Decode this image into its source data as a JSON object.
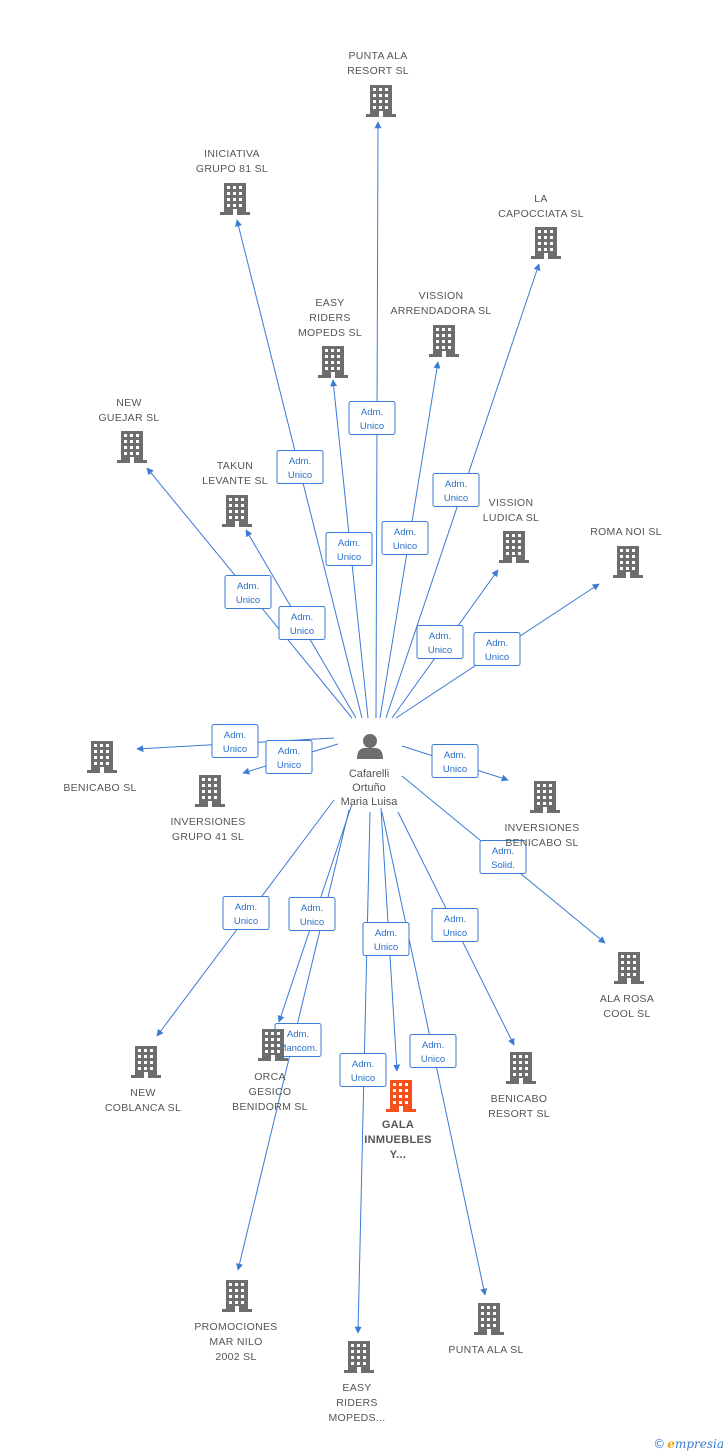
{
  "center": {
    "name_lines": [
      "Cafarelli",
      "Ortuño",
      "Maria Luisa"
    ],
    "icon": "person-icon"
  },
  "colors": {
    "edge": "#3a7bd5",
    "building": "#6d6d6d",
    "focus_building": "#f4511e",
    "label": "#555555"
  },
  "companies": [
    {
      "id": "punta-ala-resort",
      "lines": [
        "PUNTA ALA",
        "RESORT SL"
      ],
      "role": [
        "Adm.",
        "Unico"
      ]
    },
    {
      "id": "iniciativa-grupo-81",
      "lines": [
        "INICIATIVA",
        "GRUPO 81  SL"
      ],
      "role": [
        "Adm.",
        "Unico"
      ]
    },
    {
      "id": "la-capocciata",
      "lines": [
        "LA",
        "CAPOCCIATA SL"
      ],
      "role": [
        "Adm.",
        "Unico"
      ]
    },
    {
      "id": "easy-riders-mopeds",
      "lines": [
        "EASY",
        "RIDERS",
        "MOPEDS SL"
      ],
      "role": [
        "Adm.",
        "Unico"
      ]
    },
    {
      "id": "vission-arrendadora",
      "lines": [
        "VISSION",
        "ARRENDADORA SL"
      ],
      "role": [
        "Adm.",
        "Unico"
      ]
    },
    {
      "id": "new-guejar",
      "lines": [
        "NEW",
        "GUEJAR SL"
      ],
      "role": [
        "Adm.",
        "Unico"
      ]
    },
    {
      "id": "takun-levante",
      "lines": [
        "TAKUN",
        "LEVANTE SL"
      ],
      "role": [
        "Adm.",
        "Unico"
      ]
    },
    {
      "id": "vission-ludica",
      "lines": [
        "VISSION",
        "LUDICA SL"
      ],
      "role": [
        "Adm.",
        "Unico"
      ]
    },
    {
      "id": "roma-noi",
      "lines": [
        "ROMA NOI SL"
      ],
      "role": [
        "Adm.",
        "Unico"
      ]
    },
    {
      "id": "benicabo",
      "lines": [
        "BENICABO SL"
      ],
      "role": [
        "Adm.",
        "Unico"
      ]
    },
    {
      "id": "inversiones-grupo-41",
      "lines": [
        "INVERSIONES",
        "GRUPO 41 SL"
      ],
      "role": [
        "Adm.",
        "Unico"
      ]
    },
    {
      "id": "inversiones-benicabo",
      "lines": [
        "INVERSIONES",
        "BENICABO SL"
      ],
      "role": [
        "Adm.",
        "Unico"
      ]
    },
    {
      "id": "ala-rosa-cool",
      "lines": [
        "ALA ROSA",
        "COOL SL"
      ],
      "role": [
        "Adm.",
        "Solid."
      ]
    },
    {
      "id": "new-coblanca",
      "lines": [
        "NEW",
        "COBLANCA SL"
      ],
      "role": [
        "Adm.",
        "Unico"
      ]
    },
    {
      "id": "orca-gesico-benidorm",
      "lines": [
        "ORCA",
        "GESICO",
        "BENIDORM SL"
      ],
      "role": [
        "Adm.",
        "Unico"
      ]
    },
    {
      "id": "gala-inmuebles",
      "lines": [
        "GALA",
        "INMUEBLES",
        "Y..."
      ],
      "role": [
        "Adm.",
        "Unico"
      ],
      "focus": true
    },
    {
      "id": "benicabo-resort",
      "lines": [
        "BENICABO",
        "RESORT SL"
      ],
      "role": [
        "Adm.",
        "Unico"
      ]
    },
    {
      "id": "promociones-mar-nilo",
      "lines": [
        "PROMOCIONES",
        "MAR NILO",
        "2002 SL"
      ],
      "role": [
        "Adm.",
        "Mancom."
      ]
    },
    {
      "id": "easy-riders-mopeds-2",
      "lines": [
        "EASY",
        "RIDERS",
        "MOPEDS..."
      ],
      "role": [
        "Adm.",
        "Unico"
      ]
    },
    {
      "id": "punta-ala",
      "lines": [
        "PUNTA ALA SL"
      ],
      "role": [
        "Adm.",
        "Unico"
      ]
    }
  ],
  "footer": {
    "copyright": "©",
    "brand_initial": "e",
    "brand_rest": "mpresia"
  }
}
